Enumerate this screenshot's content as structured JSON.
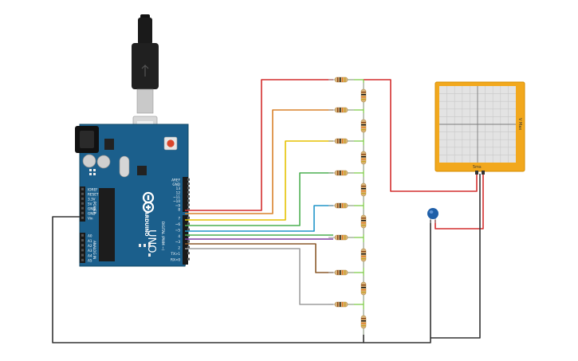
{
  "board": {
    "name": "UNO",
    "brand": "ARDUINO",
    "header_top": [
      "AREF",
      "GND",
      "13",
      "12",
      "~11",
      "~10",
      "~9",
      "8"
    ],
    "header_mid": [
      "7",
      "~6",
      "~5",
      "4",
      "~3",
      "2",
      "TX>1",
      "RX<0"
    ],
    "digital_label": "DIGITAL (PWM ~)",
    "power_pins": [
      "IOREF",
      "RESET",
      "3.3V",
      "5V",
      "GND",
      "GND",
      "Vin"
    ],
    "power_label": "POWER",
    "analog_pins": [
      "A0",
      "A1",
      "A2",
      "A3",
      "A4",
      "A5"
    ],
    "analog_label": "ANALOG IN"
  },
  "oscilloscope": {
    "side_label": "V Max",
    "bottom_label": "5ms"
  },
  "colors": {
    "board": "#1b5f8c",
    "red_wire": "#d32f2f",
    "orange_wire": "#d9822b",
    "yellow_wire": "#e5c100",
    "green_wire": "#4caf50",
    "blue_wire": "#2196c9",
    "purple_wire": "#7e3fa0",
    "brown_wire": "#8b5a2b",
    "gray_wire": "#9e9e9e",
    "ground_wire": "#333333",
    "resistor_ladder": "#7ac943",
    "capacitor": "#1f5fa8",
    "scope_frame": "#f2a81d"
  }
}
